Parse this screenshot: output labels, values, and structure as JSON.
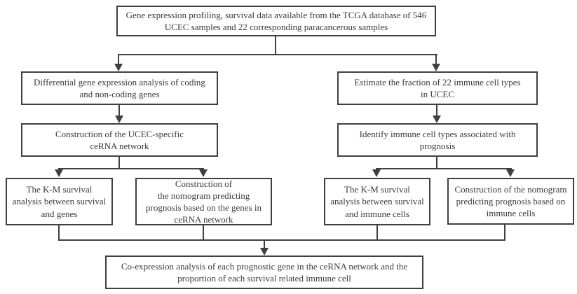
{
  "diagram": {
    "type": "flowchart",
    "colors": {
      "line": "#404040",
      "border": "#404040",
      "text": "#3b3b3b",
      "background": "#ffffff"
    },
    "nodes": {
      "tcga_data": {
        "text": "Gene expression profiling, survival data available from the TCGA database of 546\nUCEC samples and 22 corresponding paracancerous samples"
      },
      "dge_analysis": {
        "text": "Differential gene expression analysis of coding\nand non-coding genes"
      },
      "immune_fraction": {
        "text": "Estimate the fraction of 22 immune cell types\nin UCEC"
      },
      "cerna_network": {
        "text": "Construction of the UCEC-specific\nceRNA network"
      },
      "prognostic_immune": {
        "text": "Identify immune cell types associated with\nprognosis"
      },
      "km_genes": {
        "text": "The K-M survival\nanalysis between survival\nand genes"
      },
      "nomogram_genes": {
        "text": "Construction of\nthe nomogram predicting\nprognosis based on the genes in\nceRNA network"
      },
      "km_immune": {
        "text": "The K-M survival\nanalysis between survival\nand immune cells"
      },
      "nomogram_immune": {
        "text": "Construction of the nomogram\npredicting prognosis based on\nimmune cells"
      },
      "coexpression": {
        "text": "Co-expression analysis of each prognostic gene in the ceRNA network and the\nproportion of each survival related immune cell"
      }
    }
  }
}
